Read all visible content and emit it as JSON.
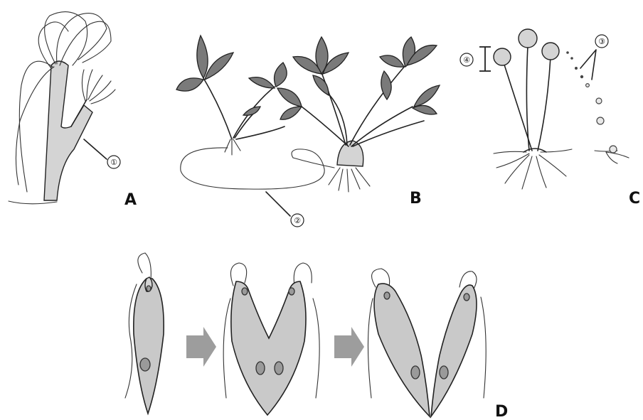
{
  "panels": [
    {
      "id": "A",
      "label": "A",
      "subject": "hydra-budding"
    },
    {
      "id": "B",
      "label": "B",
      "subject": "strawberry-runner"
    },
    {
      "id": "C",
      "label": "C",
      "subject": "bread-mold-sporangia"
    },
    {
      "id": "D",
      "label": "D",
      "subject": "euglena-binary-fission"
    }
  ],
  "markers": {
    "m1": "①",
    "m2": "②",
    "m3": "③",
    "m4": "④"
  },
  "colors": {
    "ink": "#222222",
    "cell_fill": "#c9c9c9",
    "leaf_fill": "#7a7a7a",
    "arrow_fill": "#9d9d9d"
  }
}
